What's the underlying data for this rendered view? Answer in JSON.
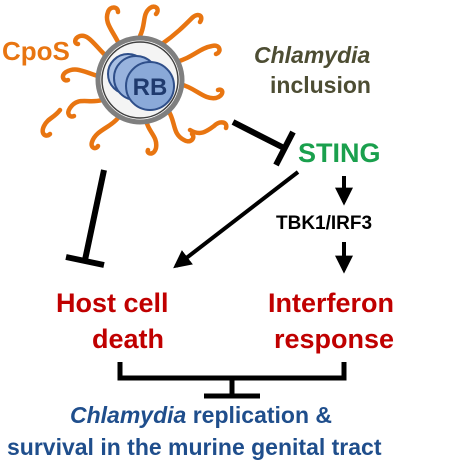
{
  "labels": {
    "cpos": "CpoS",
    "rb": "RB",
    "inclusion_italic": "Chlamydia",
    "inclusion_word": "inclusion",
    "sting": "STING",
    "tbk": "TBK1/IRF3",
    "host_line1": "Host cell",
    "host_line2": "death",
    "ifn_line1": "Interferon",
    "ifn_line2": "response",
    "outcome_italic": "Chlamydia",
    "outcome_line1_rest": " replication &",
    "outcome_line2": "survival in the murine genital tract"
  },
  "colors": {
    "cpos": "#e87511",
    "inclusion_membrane": "#7f7f7f",
    "rb_fill": "#8aa9d8",
    "rb_stroke": "#2f4f8a",
    "inclusion_text": "#4d4d33",
    "sting": "#1aa04d",
    "outcome_red": "#c00000",
    "bottom_text": "#1f4e8c",
    "arrows": "#000000"
  },
  "icons": {
    "rb_particle": "rb-particle-icon",
    "inclusion": "inclusion-vacuole-icon"
  }
}
